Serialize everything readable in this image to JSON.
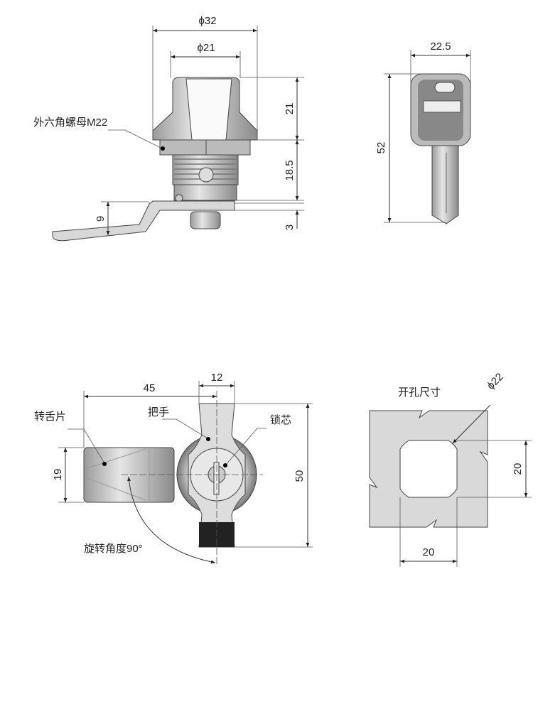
{
  "front_view": {
    "dim_outer_diameter": "ϕ32",
    "dim_inner_diameter": "ϕ21",
    "dim_knob_height": "21",
    "dim_body_height": "18.5",
    "dim_plate_thickness": "3",
    "dim_cam_offset": "9",
    "label_hex_nut": "外六角螺母M22"
  },
  "key_view": {
    "dim_width": "22.5",
    "dim_length": "52"
  },
  "top_view": {
    "dim_cam_length": "45",
    "dim_handle_width": "12",
    "dim_total_height": "50",
    "dim_cam_width": "19",
    "label_cam": "转舌片",
    "label_handle": "把手",
    "label_cylinder": "锁芯",
    "label_rotation": "旋转角度90°"
  },
  "cutout_view": {
    "title": "开孔尺寸",
    "dim_diameter": "ϕ22",
    "dim_height": "20",
    "dim_width": "20"
  },
  "colors": {
    "handle_black": "#222222",
    "metal": "#c8c8c8",
    "cutout_fill": "#d9d9d9"
  }
}
